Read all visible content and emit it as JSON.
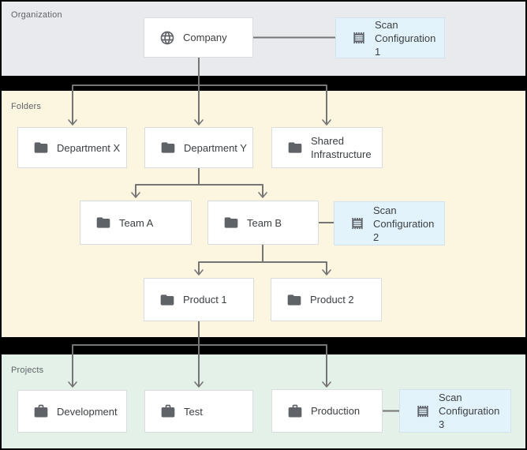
{
  "sections": {
    "organization": {
      "label": "Organization"
    },
    "folders": {
      "label": "Folders"
    },
    "projects": {
      "label": "Projects"
    }
  },
  "nodes": {
    "company": {
      "label": "Company",
      "icon": "globe-icon"
    },
    "scan_config_1": {
      "label": "Scan Configuration 1",
      "icon": "scan-icon"
    },
    "department_x": {
      "label": "Department X",
      "icon": "folder-icon"
    },
    "department_y": {
      "label": "Department Y",
      "icon": "folder-icon"
    },
    "shared_infrastructure": {
      "label": "Shared Infrastructure",
      "icon": "folder-icon"
    },
    "team_a": {
      "label": "Team A",
      "icon": "folder-icon"
    },
    "team_b": {
      "label": "Team B",
      "icon": "folder-icon"
    },
    "scan_config_2": {
      "label": "Scan Configuration 2",
      "icon": "scan-icon"
    },
    "product_1": {
      "label": "Product 1",
      "icon": "folder-icon"
    },
    "product_2": {
      "label": "Product 2",
      "icon": "folder-icon"
    },
    "development": {
      "label": "Development",
      "icon": "briefcase-icon"
    },
    "test": {
      "label": "Test",
      "icon": "briefcase-icon"
    },
    "production": {
      "label": "Production",
      "icon": "briefcase-icon"
    },
    "scan_config_3": {
      "label": "Scan Configuration 3",
      "icon": "scan-icon"
    }
  },
  "colors": {
    "organization_bg": "#e8eaed",
    "folders_bg": "#fcf5df",
    "projects_bg": "#e4f1e8",
    "separator": "#000000",
    "node_bg": "#ffffff",
    "node_border": "#dadce0",
    "scan_bg": "#e2f3fc",
    "scan_border": "#d3e2ee",
    "node_text": "#3c4043",
    "section_label": "#5f6368",
    "icon": "#5f6368",
    "connector": "#757575"
  }
}
